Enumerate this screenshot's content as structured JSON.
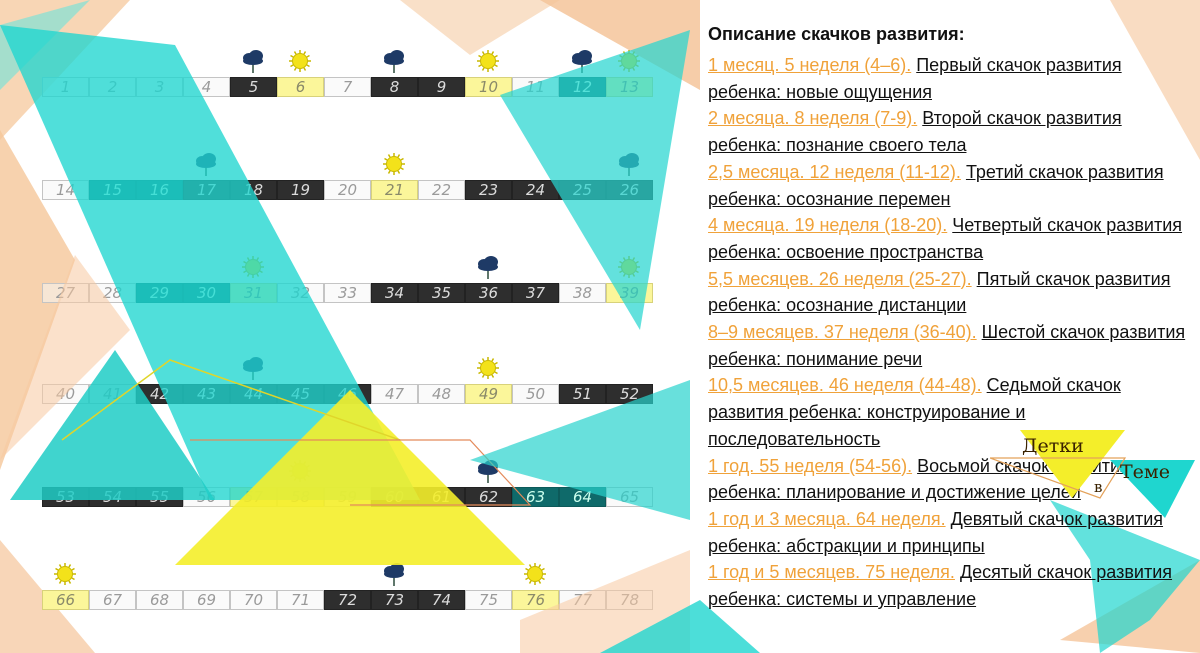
{
  "heading": "Описание скачков развития:",
  "leaps": [
    {
      "period": "1 месяц. 5 неделя (4–6).",
      "text": "Первый скачок развития ребенка: новые ощущения"
    },
    {
      "period": "2 месяца. 8 неделя (7-9).",
      "text": "Второй скачок развития ребенка: познание своего тела"
    },
    {
      "period": "2,5 месяца. 12 неделя (11-12).",
      "text": "Третий скачок развития ребенка: осознание перемен"
    },
    {
      "period": "4 месяца. 19 неделя (18-20).",
      "text": "Четвертый скачок развития ребенка: освоение пространства"
    },
    {
      "period": "5,5 месяцев. 26 неделя (25-27).",
      "text": "Пятый скачок развития ребенка: осознание дистанции"
    },
    {
      "period": "8–9 месяцев. 37 неделя (36-40).",
      "text": "Шестой скачок развития ребенка: понимание речи"
    },
    {
      "period": "10,5 месяцев. 46 неделя (44-48).",
      "text": "Седьмой скачок развития ребенка: конструирование и последовательность"
    },
    {
      "period": "1 год. 55 неделя (54-56).",
      "text": "Восьмой скачок развития ребенка: планирование и достижение целей"
    },
    {
      "period": "1 год и 3 месяца. 64 неделя.",
      "text": "Девятый скачок развития ребенка: абстракции и принципы"
    },
    {
      "period": "1 год и 5 месяцев. 75 неделя.",
      "text": "Десятый скачок развития ребенка: системы и управление"
    }
  ],
  "weeks": [
    [
      {
        "n": "1",
        "s": "light"
      },
      {
        "n": "2",
        "s": "light"
      },
      {
        "n": "3",
        "s": "light"
      },
      {
        "n": "4",
        "s": "light"
      },
      {
        "n": "5",
        "s": "dark",
        "icon": "cloud"
      },
      {
        "n": "6",
        "s": "sun",
        "icon": "sun"
      },
      {
        "n": "7",
        "s": "light"
      },
      {
        "n": "8",
        "s": "dark",
        "icon": "cloud"
      },
      {
        "n": "9",
        "s": "dark"
      },
      {
        "n": "10",
        "s": "sun",
        "icon": "sun"
      },
      {
        "n": "11",
        "s": "light"
      },
      {
        "n": "12",
        "s": "teal",
        "icon": "cloud"
      },
      {
        "n": "13",
        "s": "sun",
        "icon": "sun"
      }
    ],
    [
      {
        "n": "14",
        "s": "light"
      },
      {
        "n": "15",
        "s": "teal"
      },
      {
        "n": "16",
        "s": "teal"
      },
      {
        "n": "17",
        "s": "dark",
        "icon": "cloud"
      },
      {
        "n": "18",
        "s": "dark"
      },
      {
        "n": "19",
        "s": "dark"
      },
      {
        "n": "20",
        "s": "light"
      },
      {
        "n": "21",
        "s": "sun",
        "icon": "sun"
      },
      {
        "n": "22",
        "s": "light"
      },
      {
        "n": "23",
        "s": "dark"
      },
      {
        "n": "24",
        "s": "dark"
      },
      {
        "n": "25",
        "s": "dark"
      },
      {
        "n": "26",
        "s": "dark",
        "icon": "cloud"
      }
    ],
    [
      {
        "n": "27",
        "s": "light"
      },
      {
        "n": "28",
        "s": "light"
      },
      {
        "n": "29",
        "s": "teal"
      },
      {
        "n": "30",
        "s": "teal"
      },
      {
        "n": "31",
        "s": "sun",
        "icon": "sun"
      },
      {
        "n": "32",
        "s": "light"
      },
      {
        "n": "33",
        "s": "light"
      },
      {
        "n": "34",
        "s": "dark"
      },
      {
        "n": "35",
        "s": "dark"
      },
      {
        "n": "36",
        "s": "dark",
        "icon": "cloud"
      },
      {
        "n": "37",
        "s": "dark"
      },
      {
        "n": "38",
        "s": "light"
      },
      {
        "n": "39",
        "s": "sun",
        "icon": "sun"
      }
    ],
    [
      {
        "n": "40",
        "s": "light"
      },
      {
        "n": "41",
        "s": "light"
      },
      {
        "n": "42",
        "s": "dark"
      },
      {
        "n": "43",
        "s": "dark"
      },
      {
        "n": "44",
        "s": "dark",
        "icon": "cloud"
      },
      {
        "n": "45",
        "s": "dark"
      },
      {
        "n": "46",
        "s": "dark"
      },
      {
        "n": "47",
        "s": "light"
      },
      {
        "n": "48",
        "s": "light"
      },
      {
        "n": "49",
        "s": "sun",
        "icon": "sun"
      },
      {
        "n": "50",
        "s": "light"
      },
      {
        "n": "51",
        "s": "dark"
      },
      {
        "n": "52",
        "s": "dark"
      }
    ],
    [
      {
        "n": "53",
        "s": "dark"
      },
      {
        "n": "54",
        "s": "dark"
      },
      {
        "n": "55",
        "s": "dark"
      },
      {
        "n": "56",
        "s": "light"
      },
      {
        "n": "57",
        "s": "sun"
      },
      {
        "n": "58",
        "s": "sun",
        "icon": "sun"
      },
      {
        "n": "59",
        "s": "light"
      },
      {
        "n": "60",
        "s": "dark"
      },
      {
        "n": "61",
        "s": "dark"
      },
      {
        "n": "62",
        "s": "dark",
        "icon": "cloud"
      },
      {
        "n": "63",
        "s": "teal"
      },
      {
        "n": "64",
        "s": "teal"
      },
      {
        "n": "65",
        "s": "light"
      }
    ],
    [
      {
        "n": "66",
        "s": "sun",
        "icon": "sun"
      },
      {
        "n": "67",
        "s": "light"
      },
      {
        "n": "68",
        "s": "light"
      },
      {
        "n": "69",
        "s": "light"
      },
      {
        "n": "70",
        "s": "light"
      },
      {
        "n": "71",
        "s": "light"
      },
      {
        "n": "72",
        "s": "dark"
      },
      {
        "n": "73",
        "s": "dark",
        "icon": "cloud"
      },
      {
        "n": "74",
        "s": "dark"
      },
      {
        "n": "75",
        "s": "light"
      },
      {
        "n": "76",
        "s": "sun",
        "icon": "sun"
      },
      {
        "n": "77",
        "s": "light"
      },
      {
        "n": "78",
        "s": "light"
      }
    ]
  ],
  "logo": {
    "line1": "Детки",
    "line2": "в",
    "line3": "Теме"
  },
  "colors": {
    "orange": "#f0a23a",
    "teal": "#1fd6cf",
    "yellow": "#f4ee2a",
    "peach": "#f7c9a0",
    "cloud": "#1e3a66",
    "sun": "#f3e21a"
  }
}
